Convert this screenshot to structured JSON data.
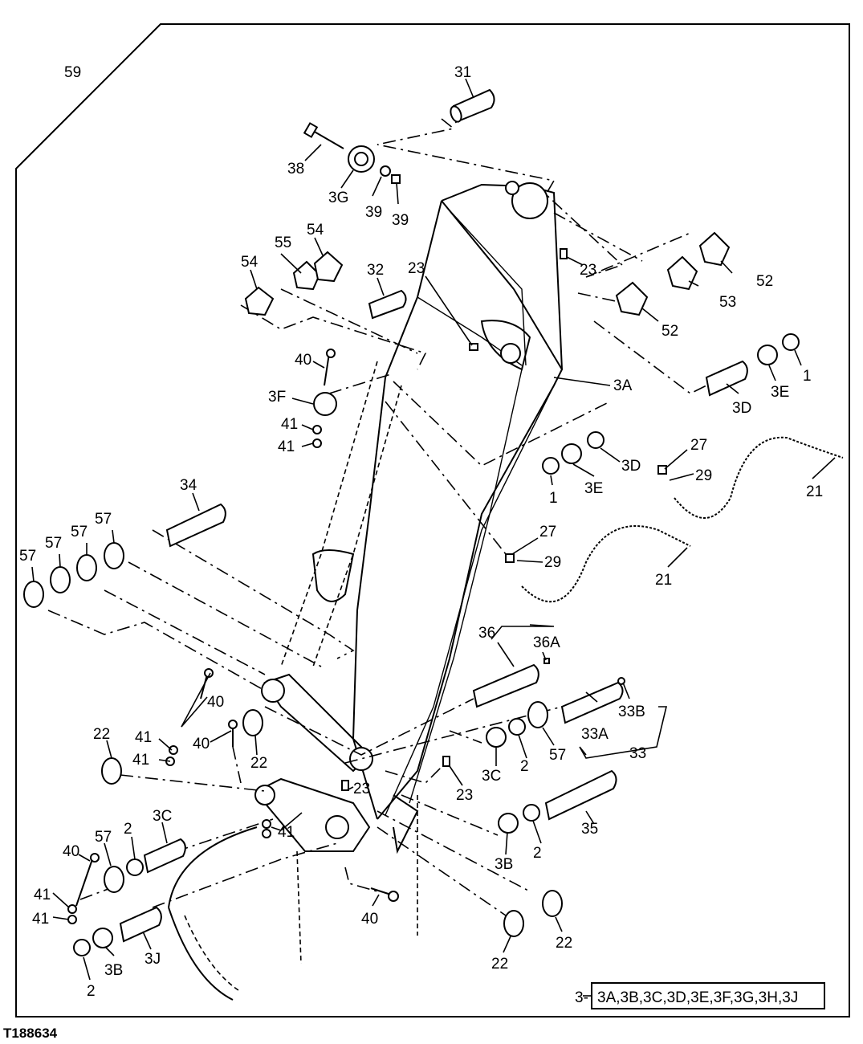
{
  "figure_ref": "T188634",
  "kit_note": {
    "prefix": "3-",
    "items": "3A,3B,3C,3D,3E,3F,3G,3H,3J"
  },
  "callouts": [
    "59",
    "31",
    "38",
    "3G",
    "39",
    "39",
    "23",
    "55",
    "54",
    "54",
    "32",
    "23",
    "52",
    "53",
    "52",
    "40",
    "3F",
    "41",
    "41",
    "3A",
    "1",
    "3E",
    "3D",
    "1",
    "3E",
    "3D",
    "27",
    "29",
    "21",
    "34",
    "57",
    "57",
    "57",
    "57",
    "27",
    "29",
    "21",
    "36",
    "36A",
    "33B",
    "33A",
    "33",
    "40",
    "40",
    "41",
    "41",
    "22",
    "22",
    "57",
    "2",
    "3C",
    "23",
    "23",
    "2",
    "35",
    "3C",
    "57",
    "2",
    "40",
    "41",
    "41",
    "41",
    "3B",
    "2",
    "40",
    "22",
    "22",
    "3B",
    "3J",
    "2"
  ]
}
